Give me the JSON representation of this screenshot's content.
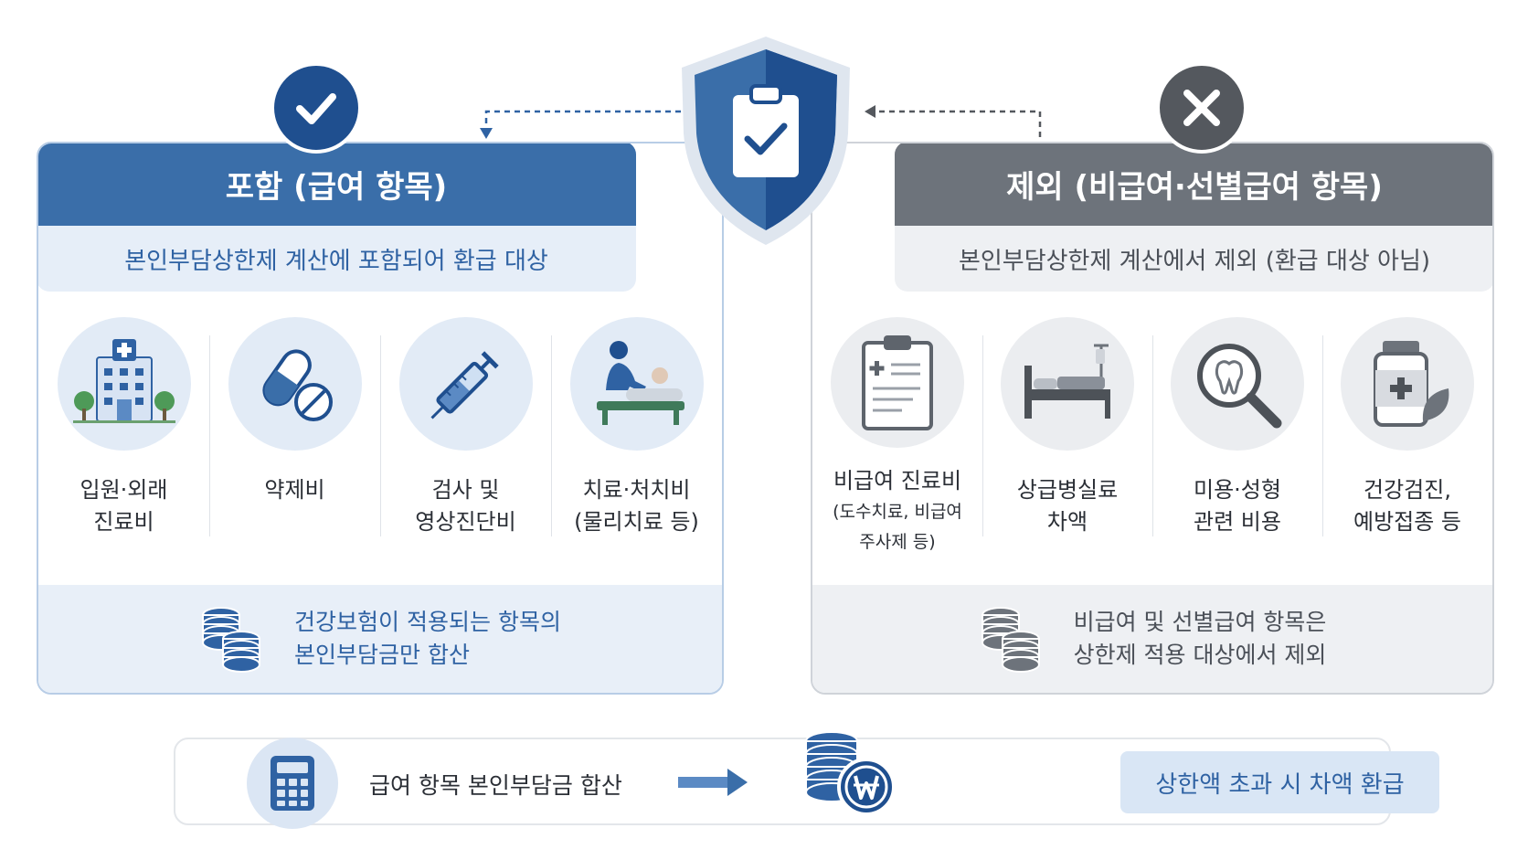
{
  "included": {
    "title": "포함 (급여 항목)",
    "subtitle": "본인부담상한제 계산에 포함되어 환급 대상",
    "items": [
      {
        "icon": "hospital-icon",
        "line1": "입원·외래",
        "line2": "진료비"
      },
      {
        "icon": "pill-icon",
        "line1": "약제비",
        "line2": ""
      },
      {
        "icon": "syringe-icon",
        "line1": "검사 및",
        "line2": "영상진단비"
      },
      {
        "icon": "physical-therapy-icon",
        "line1": "치료·처치비",
        "line2": "(물리치료 등)"
      }
    ],
    "footer_line1": "건강보험이 적용되는 항목의",
    "footer_line2": "본인부담금만 합산"
  },
  "excluded": {
    "title": "제외 (비급여·선별급여 항목)",
    "subtitle": "본인부담상한제 계산에서 제외 (환급 대상 아님)",
    "items": [
      {
        "icon": "clipboard-icon",
        "line1": "비급여 진료비",
        "line2": "(도수치료, 비급여",
        "line3": "주사제 등)"
      },
      {
        "icon": "hospital-bed-icon",
        "line1": "상급병실료",
        "line2": "차액"
      },
      {
        "icon": "tooth-magnifier-icon",
        "line1": "미용·성형",
        "line2": "관련 비용"
      },
      {
        "icon": "medicine-bottle-icon",
        "line1": "건강검진,",
        "line2": "예방접종 등"
      }
    ],
    "footer_line1": "비급여 및 선별급여 항목은",
    "footer_line2": "상한제 적용 대상에서 제외"
  },
  "flow": {
    "step1": "급여 항목 본인부담금 합산",
    "step2": "상한액 초과 시 차액 환급"
  },
  "colors": {
    "included_primary": "#3a6ea9",
    "included_dark": "#1f4f8f",
    "excluded_primary": "#6d737b",
    "excluded_dark": "#54585e"
  }
}
